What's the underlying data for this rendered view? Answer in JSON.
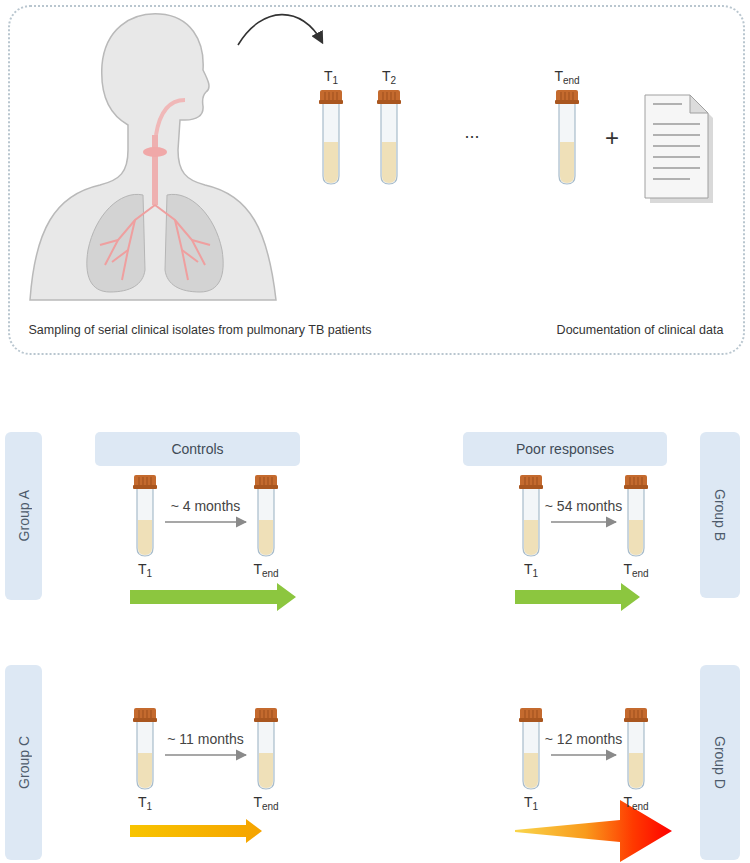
{
  "diagram": {
    "nodes": [
      {
        "text": [
          "Sampling of serial clinical isolates from pulmonary TB patients",
          "Documentation of clinical data"
        ]
      },
      {
        "text": [
          "T1"
        ],
        "in": 0
      },
      {
        "text": [
          "T2"
        ],
        "in": 0
      },
      {
        "text": [
          "Tend"
        ],
        "in": 0
      },
      {
        "text": [
          "Group A"
        ]
      },
      {
        "text": [
          "Controls"
        ]
      },
      {
        "text": [
          "Poor responses"
        ]
      },
      {
        "text": [
          "Group B"
        ]
      },
      {
        "text": [
          "T1"
        ]
      },
      {
        "text": [
          "Tend"
        ]
      },
      {
        "text": [
          "T1"
        ]
      },
      {
        "text": [
          "Tend"
        ]
      },
      {
        "text": [
          "Group C"
        ]
      },
      {
        "text": [
          "Group D"
        ]
      },
      {
        "text": [
          "T1"
        ]
      },
      {
        "text": [
          "Tend"
        ]
      },
      {
        "text": [
          "T1"
        ]
      },
      {
        "text": [
          "Tend"
        ]
      }
    ],
    "edges": [
      {
        "from": 8,
        "to": 9,
        "arrow": "to",
        "label": "~ 4 months"
      },
      {
        "from": 10,
        "to": 11,
        "arrow": "to",
        "label": "~ 54 months"
      },
      {
        "from": 14,
        "to": 15,
        "arrow": "to",
        "label": "~ 11 months"
      },
      {
        "from": 16,
        "to": 17,
        "arrow": "to",
        "label": "~ 12 months"
      }
    ],
    "labels": [
      "...",
      "+"
    ]
  }
}
